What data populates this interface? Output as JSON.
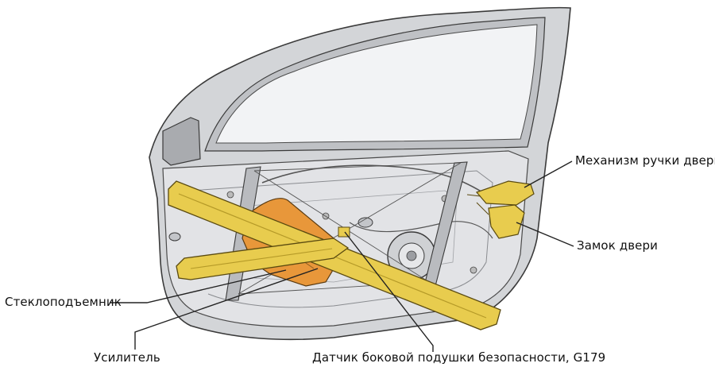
{
  "labels": {
    "door_handle_mechanism": "Механизм ручки двери",
    "door_lock": "Замок двери",
    "window_regulator": "Стеклоподъемник",
    "reinforcement": "Усилитель",
    "side_airbag_sensor": "Датчик боковой подушки безопасности, G179"
  },
  "colors": {
    "reinforcement_yellow": "#e8cc4e",
    "regulator_orange": "#e8973a",
    "door_panel": "#dcdde0",
    "glass": "#f1f2f4",
    "outline": "#3a3a3a"
  }
}
